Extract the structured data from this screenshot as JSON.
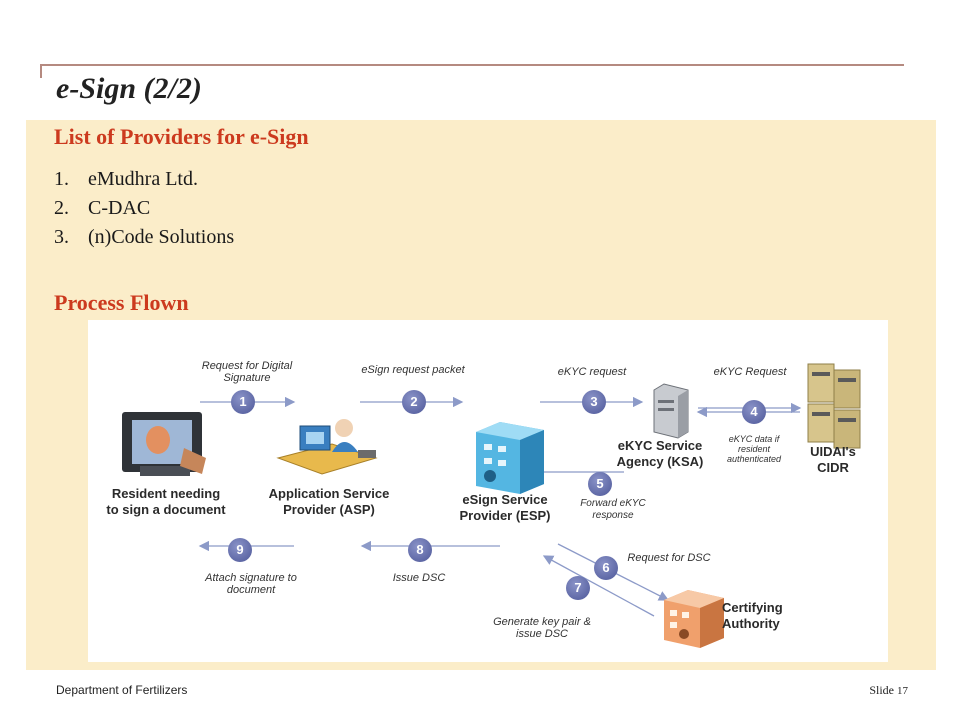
{
  "slide": {
    "title": "e-Sign (2/2)",
    "providers_heading": "List of Providers for e-Sign",
    "providers": [
      {
        "num": "1.",
        "name": "eMudhra Ltd."
      },
      {
        "num": "2.",
        "name": "C-DAC"
      },
      {
        "num": "3.",
        "name": "(n)Code Solutions"
      }
    ],
    "flow_heading": "Process Flown"
  },
  "diagram": {
    "entities": {
      "resident": "Resident needing to sign a document",
      "asp": "Application Service Provider (ASP)",
      "esp": "eSign Service Provider (ESP)",
      "ksa": "eKYC Service Agency (KSA)",
      "cidr": "UIDAI's CIDR",
      "ca": "Certifying Authority"
    },
    "steps": [
      {
        "num": "1",
        "label": "Request for Digital Signature"
      },
      {
        "num": "2",
        "label": "eSign request packet"
      },
      {
        "num": "3",
        "label": "eKYC request"
      },
      {
        "num": "4",
        "label": "eKYC Request",
        "label2": "eKYC data if resident authenticated"
      },
      {
        "num": "5",
        "label": "Forward eKYC response"
      },
      {
        "num": "6",
        "label": "Request for DSC"
      },
      {
        "num": "7",
        "label": "Generate key pair & issue DSC"
      },
      {
        "num": "8",
        "label": "Issue DSC"
      },
      {
        "num": "9",
        "label": "Attach signature to document"
      }
    ],
    "icons": [
      "tablet-icon",
      "person-at-computer-icon",
      "esp-building-icon",
      "server-icon",
      "server-rack-icon",
      "building-icon"
    ],
    "colors": {
      "step_circle": "#5a64a8",
      "arrow": "#8c9ac8",
      "panel": "#fbedc9",
      "heading": "#cc3a1e"
    }
  },
  "footer": {
    "department": "Department of Fertilizers",
    "slide_label": "Slide",
    "slide_number": "17"
  }
}
